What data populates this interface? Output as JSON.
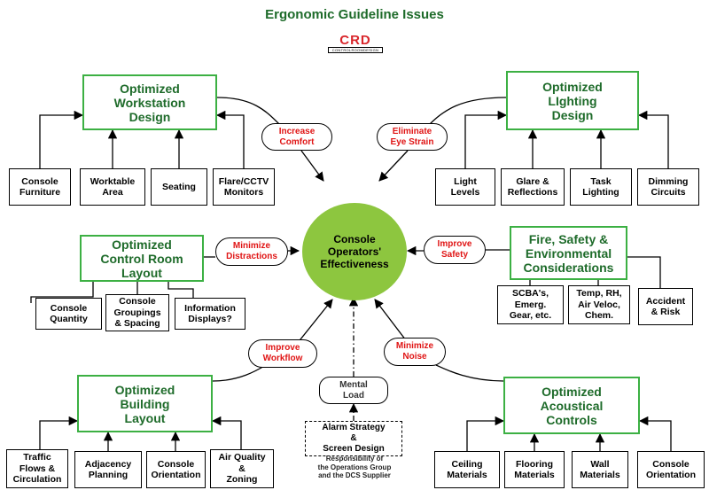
{
  "title": "Ergonomic Guideline Issues",
  "logo": {
    "mark": "CRD",
    "subtitle": "CONTROLROOMDESIGN",
    "color": "#d9262b"
  },
  "colors": {
    "title": "#1e6b2a",
    "area_border": "#3cb043",
    "center_fill": "#8dc63f",
    "pill_text": "#e01515"
  },
  "center": "Console\nOperators'\nEffectiveness",
  "areas": {
    "workstation": "Optimized\nWorkstation\nDesign",
    "lighting": "Optimized\nLIghting\nDesign",
    "control_room": "Optimized\nControl Room\nLayout",
    "fire_safety": "Fire, Safety &\nEnvironmental\nConsiderations",
    "building": "Optimized\nBuilding\nLayout",
    "acoustical": "Optimized\nAcoustical\nControls"
  },
  "benefits": {
    "increase_comfort": "Increase\nComfort",
    "eliminate_eye_strain": "Eliminate\nEye Strain",
    "minimize_distractions": "Minimize\nDistractions",
    "improve_safety": "Improve\nSafety",
    "improve_workflow": "Improve\nWorkflow",
    "minimize_noise": "Minimize\nNoise"
  },
  "factors": {
    "workstation": [
      "Console\nFurniture",
      "Worktable\nArea",
      "Seating",
      "Flare/CCTV\nMonitors"
    ],
    "lighting": [
      "Light\nLevels",
      "Glare &\nReflections",
      "Task\nLighting",
      "Dimming\nCircuits"
    ],
    "control_room": [
      "Console\nQuantity",
      "Console\nGroupings\n& Spacing",
      "Information\nDisplays?"
    ],
    "fire_safety": [
      "SCBA's,\nEmerg.\nGear, etc.",
      "Temp, RH,\nAir Veloc,\nChem.",
      "Accident\n& Risk"
    ],
    "building": [
      "Traffic\nFlows &\nCirculation",
      "Adjacency\nPlanning",
      "Console\nOrientation",
      "Air Quality\n& \nZoning"
    ],
    "acoustical": [
      "Ceiling\nMaterials",
      "Flooring\nMaterials",
      "Wall\nMaterials",
      "Console\nOrientation"
    ]
  },
  "mental_load": "Mental\nLoad",
  "alarm": "Alarm Strategy\n&\nScreen Design",
  "responsibility": "Responsibility of\nthe Operations Group\nand the DCS Supplier"
}
